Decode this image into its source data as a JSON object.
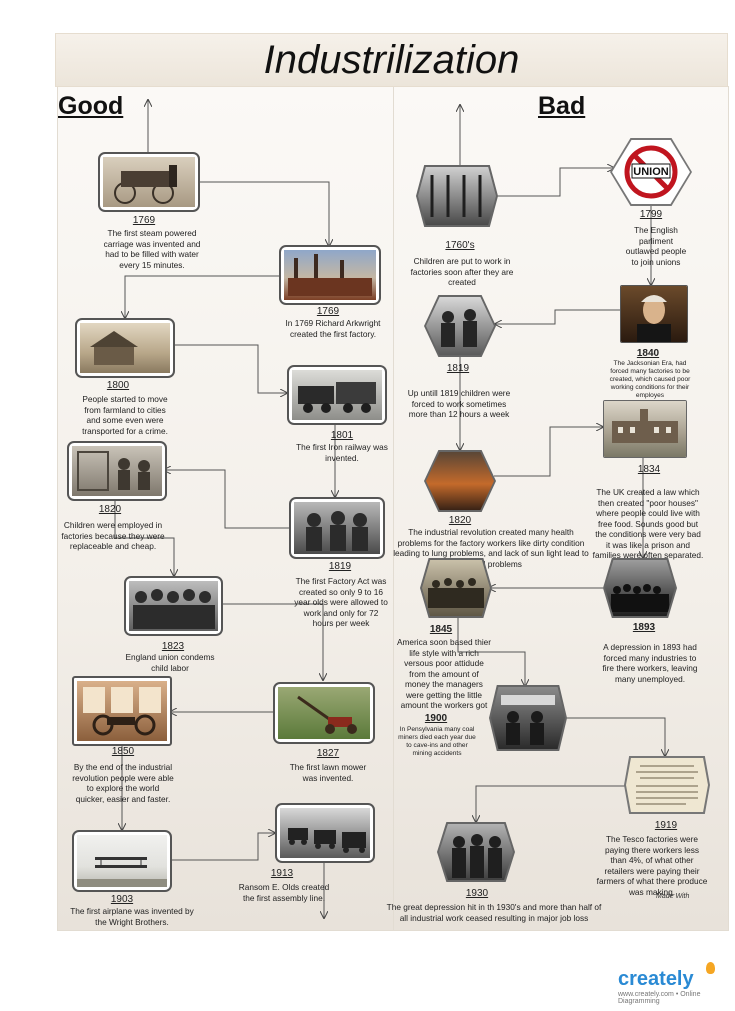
{
  "title": "Industrilization",
  "good_heading": "Good",
  "bad_heading": "Bad",
  "good": {
    "e1769a": {
      "year": "1769",
      "text": "The first steam powered carriage was invented and had to be filled with water every 15 minutes."
    },
    "e1769b": {
      "year": "1769",
      "text": "In 1769 Richard Arkwright created the first factory."
    },
    "e1800": {
      "year": "1800",
      "text": "People started to move from farmland to cities and some even were transported for a crime."
    },
    "e1801": {
      "year": "1801",
      "text": "The first Iron railway was invented."
    },
    "e1820": {
      "year": "1820",
      "text": "Children were employed in factories because they were replaceable and cheap."
    },
    "e1819": {
      "year": "1819",
      "text": "The first Factory Act was created so only 9 to 16 year olds were allowed to work and only for 72 hours per week"
    },
    "e1823": {
      "year": "1823",
      "text": "England union condems child labor"
    },
    "e1850": {
      "year": "1850",
      "text": "By the end of the industrial revolution people were able to explore the world quicker, easier and faster."
    },
    "e1827": {
      "year": "1827",
      "text": "The first lawn mower was invented."
    },
    "e1903": {
      "year": "1903",
      "text": "The first airplane was invented by the Wright Brothers."
    },
    "e1913": {
      "year": "1913",
      "text": "Ransom E. Olds created the first assembly line."
    }
  },
  "bad": {
    "e1760": {
      "year": "1760's",
      "text": "Children are put to work in factories soon after they are created"
    },
    "e1799": {
      "year": "1799",
      "text": "The English parliment outlawed people to join unions",
      "sign": "UNION"
    },
    "e1819": {
      "year": "1819",
      "text": "Up untill 1819 children were forced to work sometimes more than 12 hours a week"
    },
    "e1840": {
      "year": "1840",
      "text": "The Jacksonian Era, had forced many factories to be created, which caused poor working conditions for their employes"
    },
    "e1834": {
      "year": "1834",
      "text": "The UK created a law which then created \"poor houses\" where people could live with free food.  Sounds good but the conditions were very bad it was like a prison and families were often separated."
    },
    "e1820": {
      "year": "1820",
      "text": "The industrial revolution created many health problems for the factory workers like dirty condition leading to lung problems, and lack of sun light lead to pysical problems"
    },
    "e1845": {
      "year": "1845",
      "text": "America soon based thier life style with a rich versous poor attidude from the amount of money the managers were getting the little amount the workers got"
    },
    "e1893": {
      "year": "1893",
      "text": "A depression in 1893 had forced many industries to fire there workers, leaving many unemployed."
    },
    "e1900": {
      "year": "1900",
      "text": "In Pensylvania many coal miners died each year due to cave-ins and other mining accidents"
    },
    "e1919": {
      "year": "1919",
      "text": "The Tesco factories were paying there workers less than 4%, of what other retailers were paying their farmers of what there produce was making."
    },
    "e1930": {
      "year": "1930",
      "text": "The great depression hit in th 1930's and more than half of all industrial work ceased resulting in major job loss"
    }
  },
  "footer": {
    "made_with": "Made With",
    "logo": "creately",
    "tagline": "www.creately.com • Online Diagramming"
  }
}
